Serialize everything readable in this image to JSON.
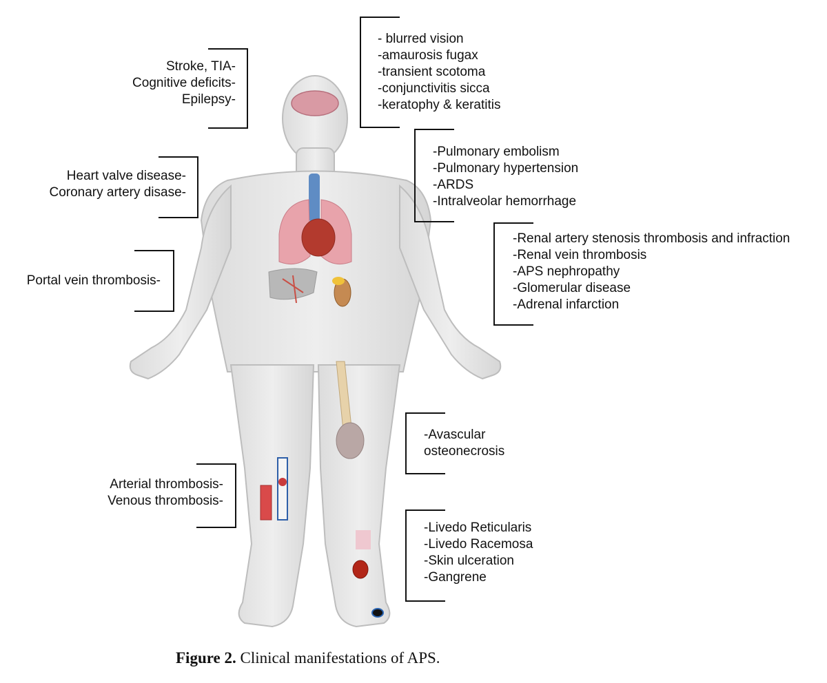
{
  "diagram": {
    "groups": {
      "brain": [
        "Stroke, TIA-",
        "Cognitive deficits-",
        "Epilepsy-"
      ],
      "heart": [
        "Heart valve disease-",
        "Coronary artery disase-"
      ],
      "liver": [
        "Portal vein thrombosis-"
      ],
      "vessels": [
        "Arterial  thrombosis-",
        "Venous thrombosis-"
      ],
      "eyes": [
        "- blurred vision",
        "-amaurosis fugax",
        "-transient scotoma",
        "-conjunctivitis sicca",
        "-keratophy & keratitis"
      ],
      "lungs": [
        "-Pulmonary embolism",
        "-Pulmonary hypertension",
        "-ARDS",
        "-Intralveolar hemorrhage"
      ],
      "kidney": [
        "-Renal artery stenosis thrombosis and infraction",
        "-Renal vein thrombosis",
        "-APS nephropathy",
        "-Glomerular disease",
        "-Adrenal infarction"
      ],
      "bone": [
        "-Avascular",
        " osteonecrosis"
      ],
      "skin": [
        "-Livedo Reticularis",
        "-Livedo Racemosa",
        "-Skin ulceration",
        "-Gangrene"
      ]
    }
  },
  "caption": {
    "label": "Figure 2.",
    "text": " Clinical manifestations of APS."
  }
}
